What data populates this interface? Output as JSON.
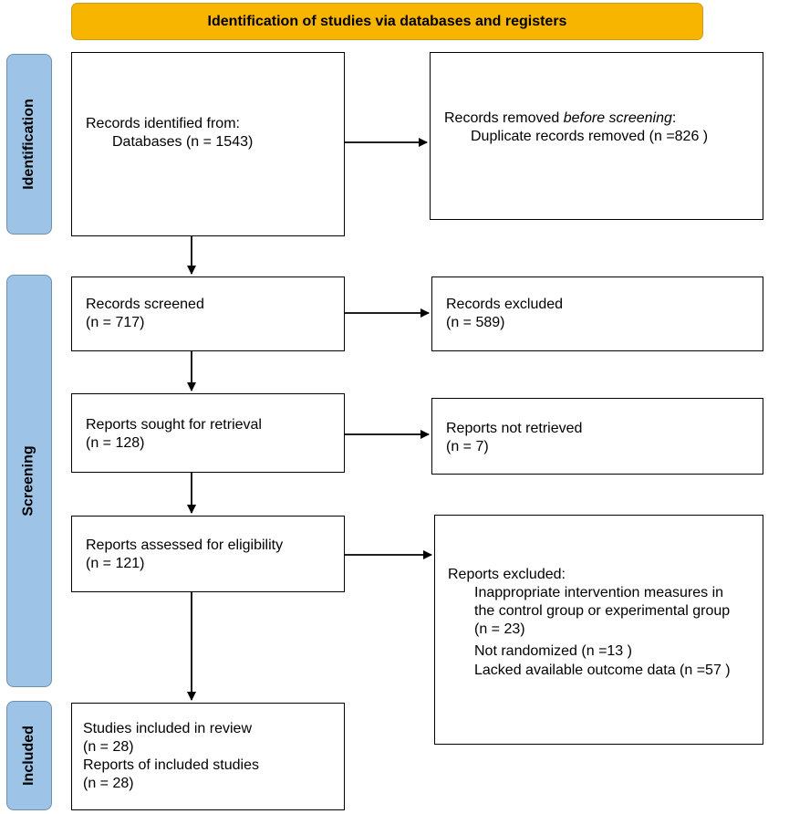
{
  "header": {
    "title": "Identification of studies via databases and registers"
  },
  "phases": {
    "identification": "Identification",
    "screening": "Screening",
    "included": "Included"
  },
  "boxes": {
    "identified": {
      "line1": "Records identified from:",
      "line2": "Databases (n = 1543)"
    },
    "removed": {
      "prefix": "Records removed ",
      "emphasis": "before screening",
      "suffix": ":",
      "line2": "Duplicate records removed  (n =826 )"
    },
    "screened": {
      "line1": "Records screened",
      "line2": "(n = 717)"
    },
    "excluded": {
      "line1": "Records excluded",
      "line2": "(n = 589)"
    },
    "sought": {
      "line1": "Reports sought for retrieval",
      "line2": "(n = 128)"
    },
    "not_retrieved": {
      "line1": "Reports not retrieved",
      "line2": "(n = 7)"
    },
    "assessed": {
      "line1": "Reports assessed for eligibility",
      "line2": "(n = 121)"
    },
    "reports_excluded": {
      "title": "Reports excluded:",
      "reason1a": "Inappropriate intervention measures in",
      "reason1b": "the control group or experimental group",
      "reason1n": "(n = 23)",
      "reason2": "Not randomized (n =13 )",
      "reason3": "Lacked available outcome data (n =57 )"
    },
    "included": {
      "line1": "Studies included in review",
      "line2": "(n = 28)",
      "line3": "Reports of included studies",
      "line4": "(n = 28)"
    }
  }
}
